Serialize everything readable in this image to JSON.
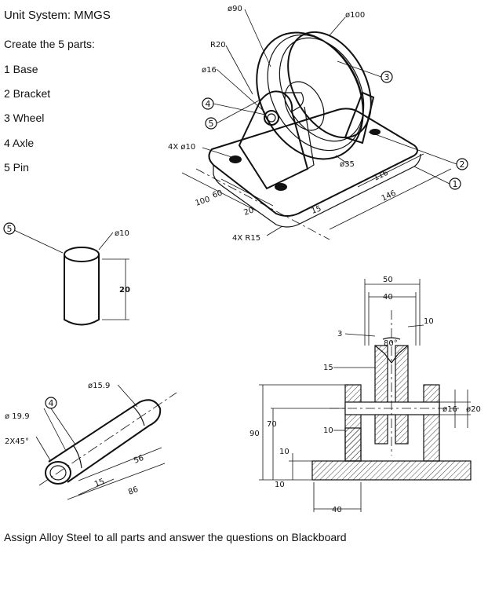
{
  "header": {
    "unit_system": "Unit System: MMGS",
    "create_parts": "Create the 5 parts:"
  },
  "parts": [
    {
      "label": "1 Base"
    },
    {
      "label": "2 Bracket"
    },
    {
      "label": "3 Wheel"
    },
    {
      "label": "4 Axle"
    },
    {
      "label": "5 Pin"
    }
  ],
  "assembly_view": {
    "callouts": [
      "3",
      "4",
      "5",
      "2",
      "1"
    ],
    "dims": {
      "d90": "ø90",
      "d100": "ø100",
      "r20": "R20",
      "d16": "ø16",
      "holes": "4X ø10",
      "d35": "ø35",
      "l116": "116",
      "l146": "146",
      "l100": "100",
      "l60": "60",
      "l20": "20",
      "l15": "15",
      "r15": "4X R15"
    }
  },
  "pin_view": {
    "callout": "5",
    "dims": {
      "d10": "ø10",
      "len": "20"
    }
  },
  "axle_view": {
    "callout": "4",
    "dims": {
      "d159": "ø15.9",
      "d199": "ø 19.9",
      "chamfer": "2X45°",
      "l56": "56",
      "l15": "15",
      "l86": "86"
    }
  },
  "section_view": {
    "dims": {
      "w50": "50",
      "w40": "40",
      "v3": "3",
      "v10t": "10",
      "ang": "80°",
      "h15": "15",
      "d16": "ø16",
      "d20": "ø20",
      "v10m": "10",
      "h90": "90",
      "h70": "70",
      "v10a": "10",
      "v10b": "10",
      "w40b": "40"
    }
  },
  "footer": {
    "instruction": "Assign Alloy Steel to all parts and answer the questions on Blackboard"
  }
}
